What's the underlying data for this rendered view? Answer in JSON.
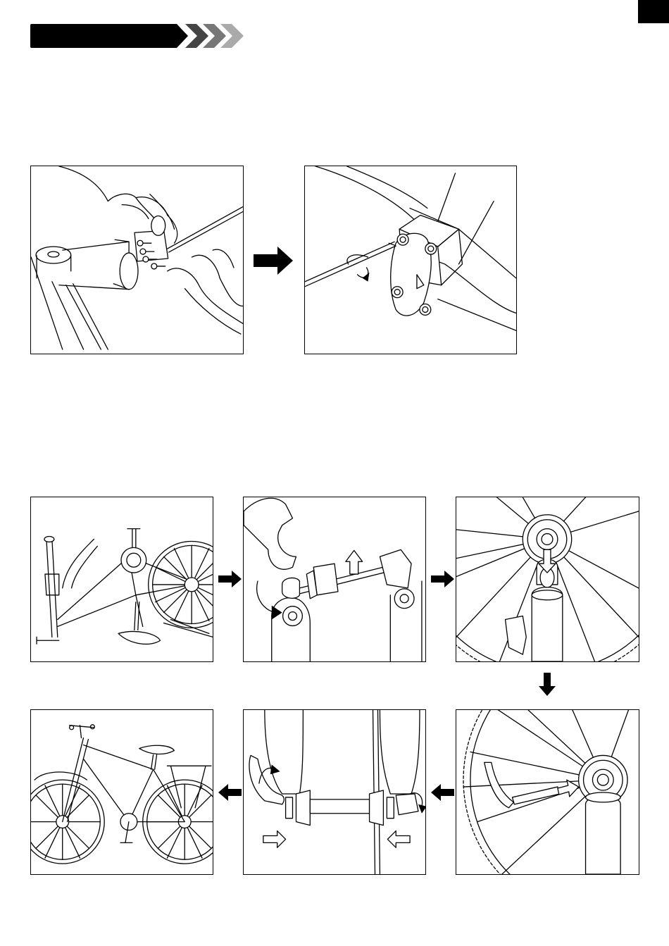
{
  "page": {
    "background": "#ffffff",
    "ink": "#000000",
    "header_chevron_colors": [
      "#000000",
      "#444444",
      "#777777",
      "#aaaaaa"
    ]
  },
  "sections": [
    {
      "id": "stem",
      "steps": [
        "hand-loosening-stem-bolts",
        "hex-key-tightening-stem-faceplate"
      ],
      "arrows": [
        "right"
      ]
    },
    {
      "id": "front-wheel",
      "steps": [
        "bike-without-front-wheel",
        "fork-dropout-wrench",
        "hub-axle-into-dropout",
        "quick-release-lever-inserted",
        "tighten-quick-release",
        "assembled-bicycle"
      ],
      "arrows": [
        "right",
        "right",
        "down",
        "left",
        "left"
      ]
    }
  ],
  "icons": [
    "section-header-bar",
    "page-tab-marker",
    "arrow-right-icon",
    "arrow-down-icon",
    "arrow-left-icon",
    "rotate-arrow-icon",
    "outline-arrow-icon"
  ]
}
